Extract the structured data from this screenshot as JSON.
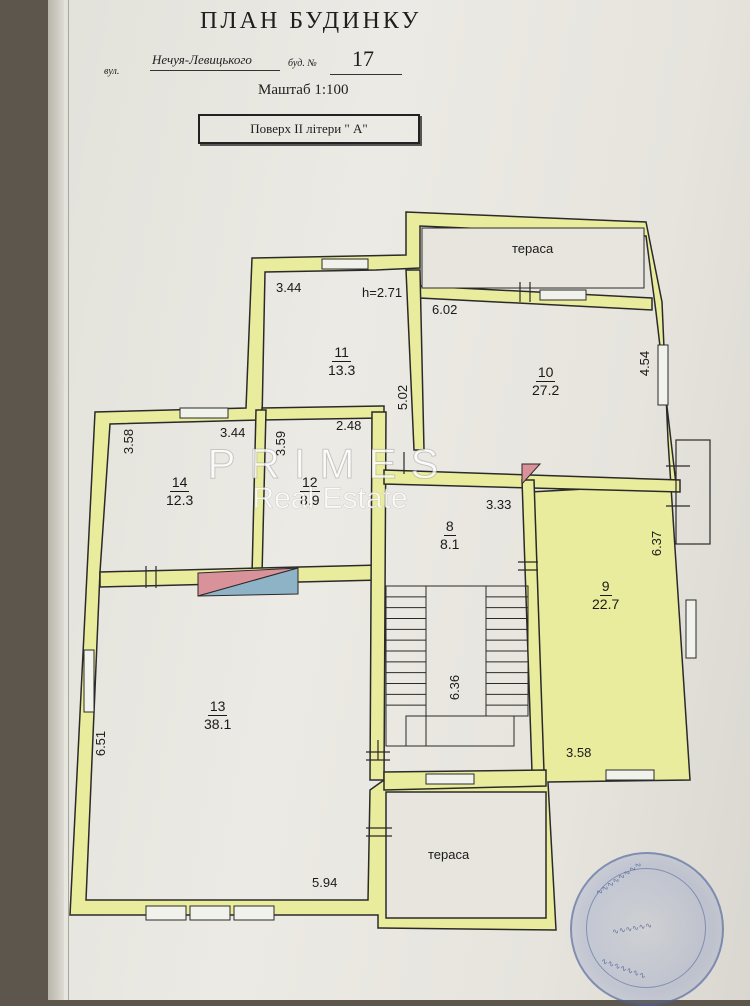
{
  "header": {
    "title": "ПЛАН БУДИНКУ",
    "street_label": "вул.",
    "street_name": "Нечуя-Левицького",
    "building_label": "буд. №",
    "building_number": "17",
    "scale": "Маштаб 1:100",
    "floor": "Поверх II  літери \" А\""
  },
  "rooms": [
    {
      "number": "11",
      "area": "13.3"
    },
    {
      "number": "10",
      "area": "27.2"
    },
    {
      "number": "14",
      "area": "12.3"
    },
    {
      "number": "12",
      "area": "8.9"
    },
    {
      "number": "8",
      "area": "8.1"
    },
    {
      "number": "9",
      "area": "22.7"
    },
    {
      "number": "13",
      "area": "38.1"
    }
  ],
  "terraces": [
    "тераса",
    "тераса"
  ],
  "dimensions": {
    "d344a": "3.44",
    "height": "h=2.71",
    "d602": "6.02",
    "d454": "4.54",
    "d502": "5.02",
    "d358a": "3.58",
    "d344b": "3.44",
    "d359": "3.59",
    "d248": "2.48",
    "d333": "3.33",
    "d637": "6.37",
    "d636": "6.36",
    "d651": "6.51",
    "d358b": "3.58",
    "d594": "5.94"
  },
  "watermark": {
    "line1": "PRIMES",
    "line2": "Real Estate"
  },
  "colors": {
    "wall_fill": "#e9ec9c",
    "wall_stroke": "#2a2a2a",
    "ramp_red": "#d9919a",
    "ramp_blue": "#8fb3c6"
  }
}
